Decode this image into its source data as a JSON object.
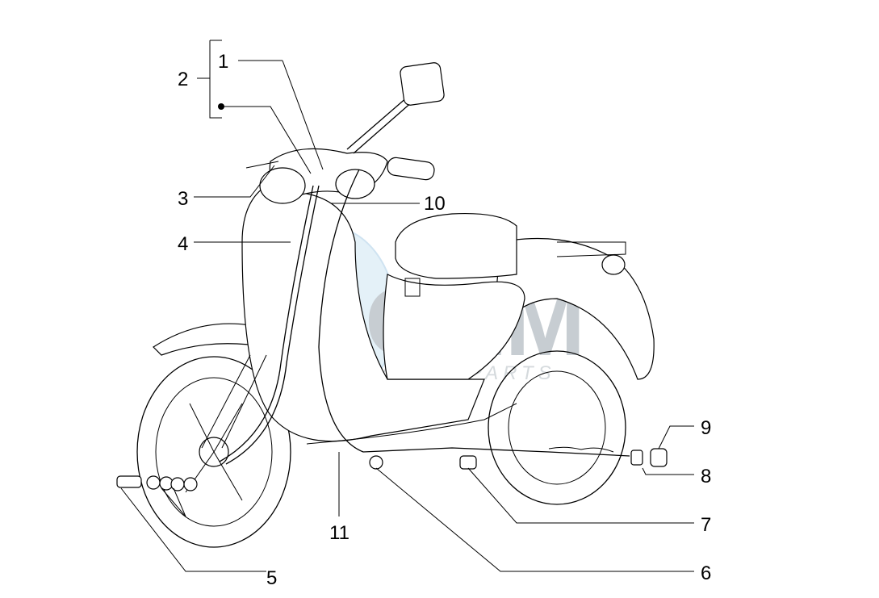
{
  "callouts": [
    {
      "id": "1",
      "label": "1"
    },
    {
      "id": "2",
      "label": "2"
    },
    {
      "id": "3",
      "label": "3"
    },
    {
      "id": "4",
      "label": "4"
    },
    {
      "id": "5",
      "label": "5"
    },
    {
      "id": "6",
      "label": "6"
    },
    {
      "id": "7",
      "label": "7"
    },
    {
      "id": "8",
      "label": "8"
    },
    {
      "id": "9",
      "label": "9"
    },
    {
      "id": "10",
      "label": "10"
    },
    {
      "id": "11",
      "label": "11"
    }
  ],
  "watermark": {
    "logo_text": "OEM",
    "sub_text": "MOTORPARTS"
  },
  "colors": {
    "line": "#000000",
    "watermark_blue": "#cfe6f4",
    "watermark_grey": "#9aa6ae"
  }
}
